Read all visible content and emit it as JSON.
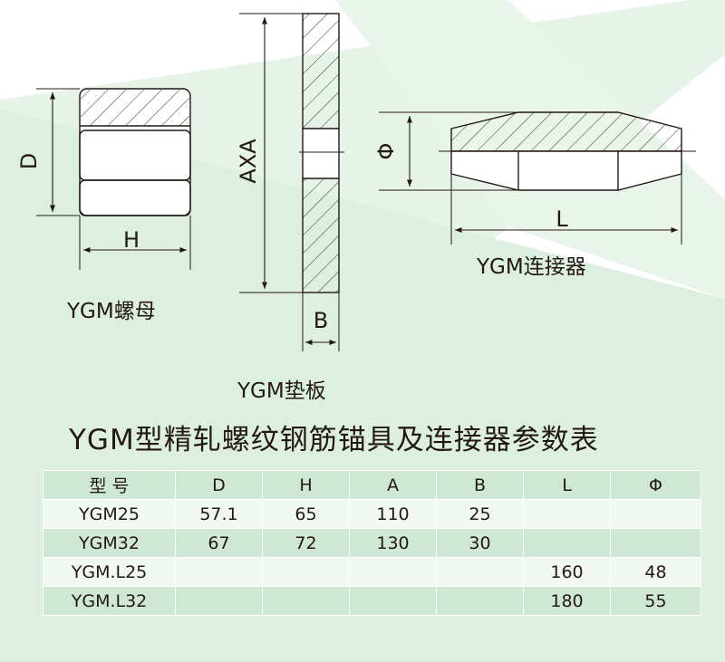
{
  "captions": {
    "nut": "YGM螺母",
    "plate": "YGM垫板",
    "connector": "YGM连接器"
  },
  "dimension_labels": {
    "D": "D",
    "H": "H",
    "AXA": "AXA",
    "B": "B",
    "Phi": "Φ",
    "L": "L"
  },
  "title": "YGM型精轧螺纹钢筋锚具及连接器参数表",
  "table": {
    "headers": [
      "型 号",
      "D",
      "H",
      "A",
      "B",
      "L",
      "Φ"
    ],
    "rows": [
      [
        "YGM25",
        "57.1",
        "65",
        "110",
        "25",
        "",
        ""
      ],
      [
        "YGM32",
        "67",
        "72",
        "130",
        "30",
        "",
        ""
      ],
      [
        "YGM.L25",
        "",
        "",
        "",
        "",
        "160",
        "48"
      ],
      [
        "YGM.L32",
        "",
        "",
        "",
        "",
        "180",
        "55"
      ]
    ]
  },
  "colors": {
    "background_green": "#dff0e3",
    "table_band": "#cfe8d5",
    "table_light": "#f1f8f2",
    "ink": "#231815"
  }
}
